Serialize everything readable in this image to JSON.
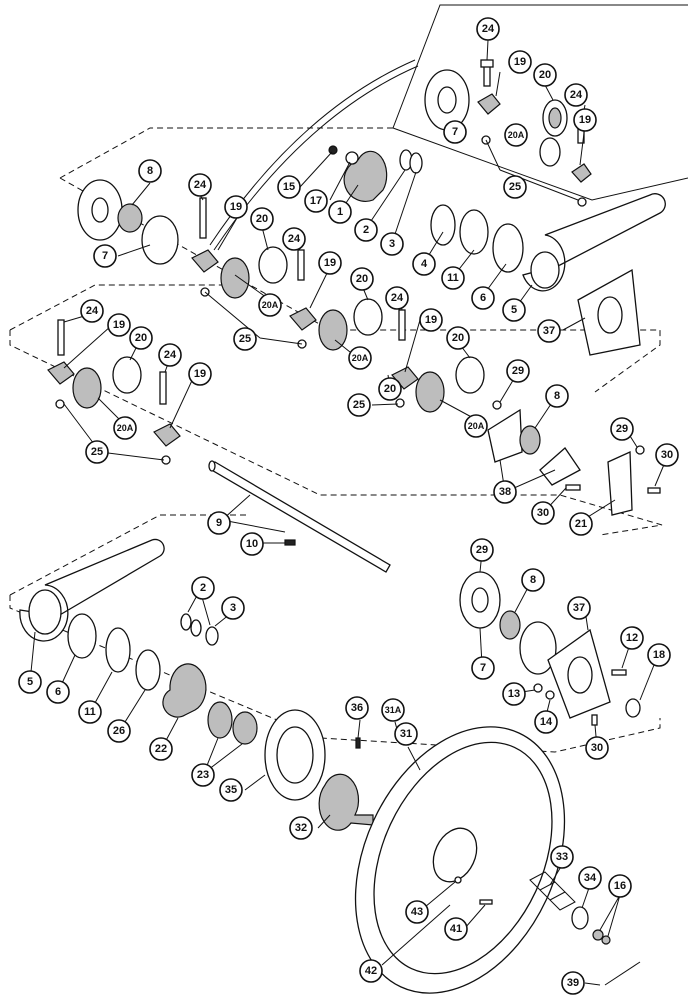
{
  "diagram": {
    "callouts": [
      {
        "id": "c-24a",
        "label": "24"
      },
      {
        "id": "c-19a",
        "label": "19"
      },
      {
        "id": "c-20a",
        "label": "20"
      },
      {
        "id": "c-24b",
        "label": "24"
      },
      {
        "id": "c-7a",
        "label": "7"
      },
      {
        "id": "c-20Aa",
        "label": "20A"
      },
      {
        "id": "c-19b",
        "label": "19"
      },
      {
        "id": "c-25a",
        "label": "25"
      },
      {
        "id": "c-15",
        "label": "15"
      },
      {
        "id": "c-17",
        "label": "17"
      },
      {
        "id": "c-1",
        "label": "1"
      },
      {
        "id": "c-2a",
        "label": "2"
      },
      {
        "id": "c-3a",
        "label": "3"
      },
      {
        "id": "c-8a",
        "label": "8"
      },
      {
        "id": "c-24c",
        "label": "24"
      },
      {
        "id": "c-19c",
        "label": "19"
      },
      {
        "id": "c-20b",
        "label": "20"
      },
      {
        "id": "c-24d",
        "label": "24"
      },
      {
        "id": "c-7b",
        "label": "7"
      },
      {
        "id": "c-20c",
        "label": "20"
      },
      {
        "id": "c-19d",
        "label": "19"
      },
      {
        "id": "c-20Ab",
        "label": "20A"
      },
      {
        "id": "c-4",
        "label": "4"
      },
      {
        "id": "c-11a",
        "label": "11"
      },
      {
        "id": "c-6a",
        "label": "6"
      },
      {
        "id": "c-5a",
        "label": "5"
      },
      {
        "id": "c-37a",
        "label": "37"
      },
      {
        "id": "c-25b",
        "label": "25"
      },
      {
        "id": "c-20Ac",
        "label": "20A"
      },
      {
        "id": "c-24e",
        "label": "24"
      },
      {
        "id": "c-19e",
        "label": "19"
      },
      {
        "id": "c-20d",
        "label": "20"
      },
      {
        "id": "c-24f",
        "label": "24"
      },
      {
        "id": "c-19f",
        "label": "19"
      },
      {
        "id": "c-20e",
        "label": "20"
      },
      {
        "id": "c-24g",
        "label": "24"
      },
      {
        "id": "c-19g",
        "label": "19"
      },
      {
        "id": "c-20f",
        "label": "20"
      },
      {
        "id": "c-20Ad",
        "label": "20A"
      },
      {
        "id": "c-29a",
        "label": "29"
      },
      {
        "id": "c-25c",
        "label": "25"
      },
      {
        "id": "c-20Ae",
        "label": "20A"
      },
      {
        "id": "c-8b",
        "label": "8"
      },
      {
        "id": "c-29b",
        "label": "29"
      },
      {
        "id": "c-30a",
        "label": "30"
      },
      {
        "id": "c-25d",
        "label": "25"
      },
      {
        "id": "c-38",
        "label": "38"
      },
      {
        "id": "c-30b",
        "label": "30"
      },
      {
        "id": "c-21",
        "label": "21"
      },
      {
        "id": "c-9",
        "label": "9"
      },
      {
        "id": "c-10",
        "label": "10"
      },
      {
        "id": "c-29c",
        "label": "29"
      },
      {
        "id": "c-8c",
        "label": "8"
      },
      {
        "id": "c-2b",
        "label": "2"
      },
      {
        "id": "c-3b",
        "label": "3"
      },
      {
        "id": "c-37b",
        "label": "37"
      },
      {
        "id": "c-12",
        "label": "12"
      },
      {
        "id": "c-18",
        "label": "18"
      },
      {
        "id": "c-7c",
        "label": "7"
      },
      {
        "id": "c-5b",
        "label": "5"
      },
      {
        "id": "c-6b",
        "label": "6"
      },
      {
        "id": "c-11b",
        "label": "11"
      },
      {
        "id": "c-26",
        "label": "26"
      },
      {
        "id": "c-13",
        "label": "13"
      },
      {
        "id": "c-14",
        "label": "14"
      },
      {
        "id": "c-22",
        "label": "22"
      },
      {
        "id": "c-36",
        "label": "36"
      },
      {
        "id": "c-31A",
        "label": "31A"
      },
      {
        "id": "c-31",
        "label": "31"
      },
      {
        "id": "c-30c",
        "label": "30"
      },
      {
        "id": "c-23",
        "label": "23"
      },
      {
        "id": "c-35",
        "label": "35"
      },
      {
        "id": "c-32",
        "label": "32"
      },
      {
        "id": "c-33",
        "label": "33"
      },
      {
        "id": "c-34",
        "label": "34"
      },
      {
        "id": "c-16",
        "label": "16"
      },
      {
        "id": "c-43",
        "label": "43"
      },
      {
        "id": "c-41",
        "label": "41"
      },
      {
        "id": "c-42",
        "label": "42"
      },
      {
        "id": "c-39",
        "label": "39"
      }
    ]
  }
}
